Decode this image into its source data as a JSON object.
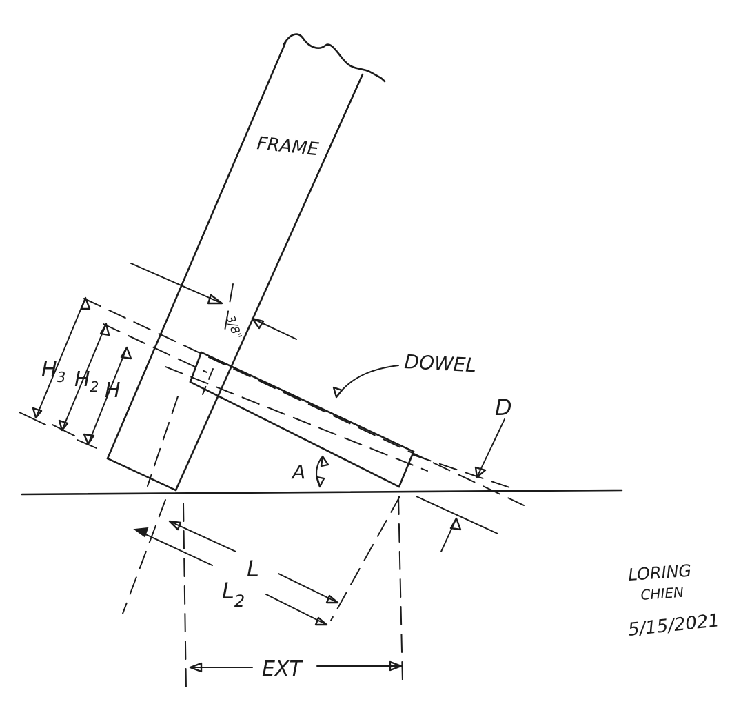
{
  "labels": {
    "frame": "FRAME",
    "dowel": "DOWEL",
    "thickness": "3/8\"",
    "d": "D",
    "a": "A",
    "h3_main": "H",
    "h3_sub": "3",
    "h2_main": "H",
    "h2_sub": "2",
    "h": "H",
    "l": "L",
    "l2_main": "L",
    "l2_sub": "2",
    "ext": "EXT"
  },
  "signature": {
    "name_line1": "LORING",
    "name_line2": "CHIEN",
    "date": "5/15/2021"
  },
  "colors": {
    "ink": "#1b1b1b",
    "paper": "#ffffff"
  }
}
